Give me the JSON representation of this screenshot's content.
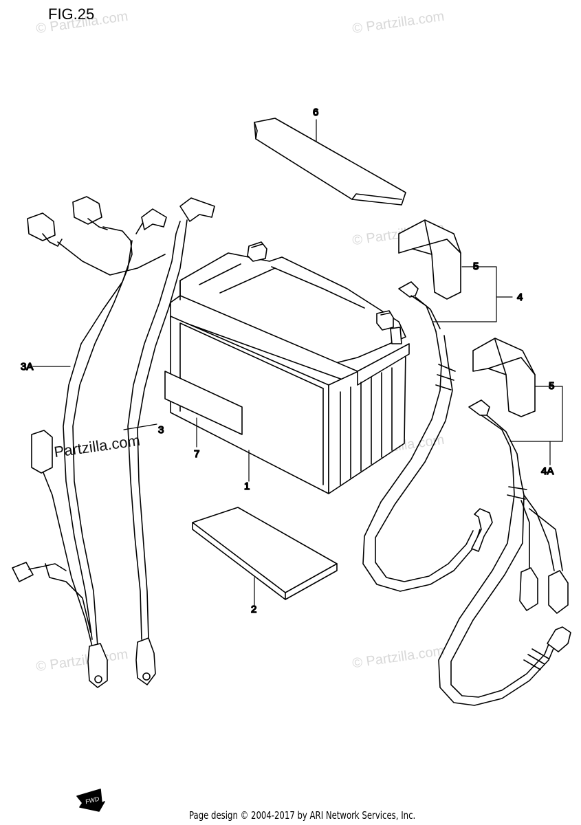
{
  "figure": {
    "title": "FIG.25"
  },
  "callouts": {
    "battery": "1",
    "battery_tray_pad": "2",
    "cable_3": "3",
    "cable_3a": "3A",
    "lead_4": "4",
    "lead_4a": "4A",
    "cap_5_upper": "5",
    "cap_5_lower": "5",
    "pad_6": "6",
    "label_7": "7"
  },
  "watermark": {
    "text": "© Partzilla.com"
  },
  "fwd_marker": {
    "text": "FWD"
  },
  "footer": {
    "text": "Page design © 2004-2017 by ARI Network Services, Inc."
  }
}
